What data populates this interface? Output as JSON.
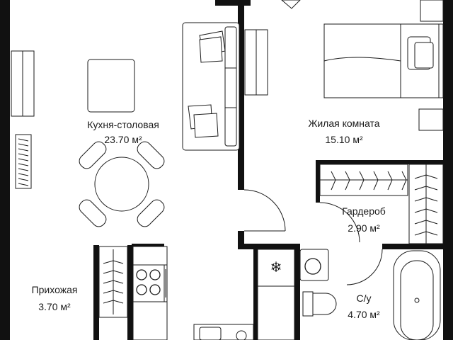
{
  "rooms": {
    "kitchen": {
      "name": "Кухня-столовая",
      "area": "23.70 м²"
    },
    "living": {
      "name": "Жилая комната",
      "area": "15.10 м²"
    },
    "wardrobe": {
      "name": "Гардероб",
      "area": "2.90 м²"
    },
    "hallway": {
      "name": "Прихожая",
      "area": "3.70 м²"
    },
    "bathroom": {
      "name": "С/у",
      "area": "4.70 м²"
    }
  },
  "colors": {
    "wall": "#111111",
    "line": "#1a1a1a",
    "background": "#ffffff"
  }
}
